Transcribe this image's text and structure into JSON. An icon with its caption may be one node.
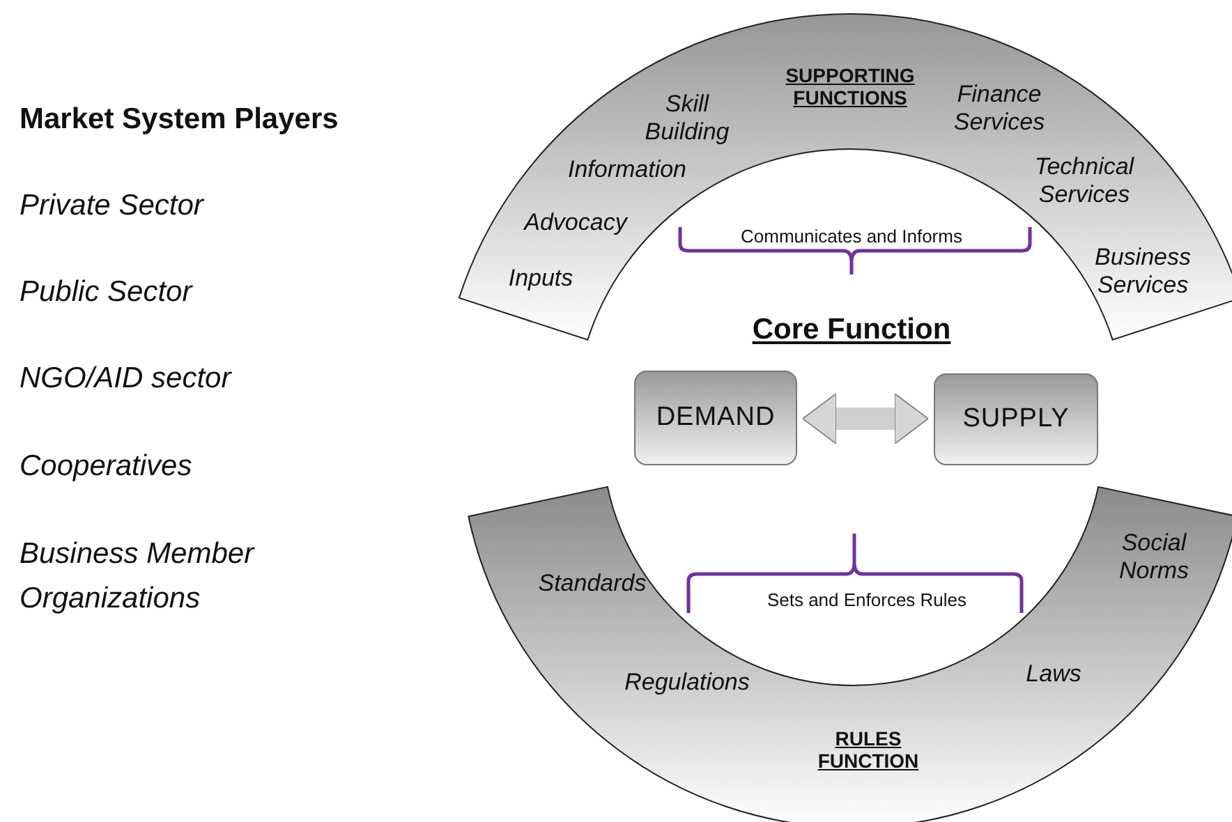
{
  "diagram": {
    "nodes": [
      {
        "text": [
          "SUPPORTING FUNCTIONS",
          "Skill Building",
          "Finance Services",
          "Information",
          "Technical Services",
          "Advocacy",
          "Inputs",
          "Business Services"
        ]
      },
      {
        "text": [
          "DEMAND"
        ]
      },
      {
        "text": [
          "SUPPLY"
        ]
      },
      {
        "text": [
          "Standards",
          "Social Norms",
          "Regulations",
          "Laws",
          "RULES FUNCTION"
        ]
      }
    ],
    "edges": [
      {
        "from": 1,
        "to": 2,
        "arrow": "both"
      }
    ],
    "labels": [
      "Market System Players",
      "Private Sector",
      "Public Sector",
      "NGO/AID sector",
      "Cooperatives",
      "Business Member Organizations",
      "Communicates and Informs",
      "Core Function",
      "Sets and Enforces Rules"
    ]
  }
}
